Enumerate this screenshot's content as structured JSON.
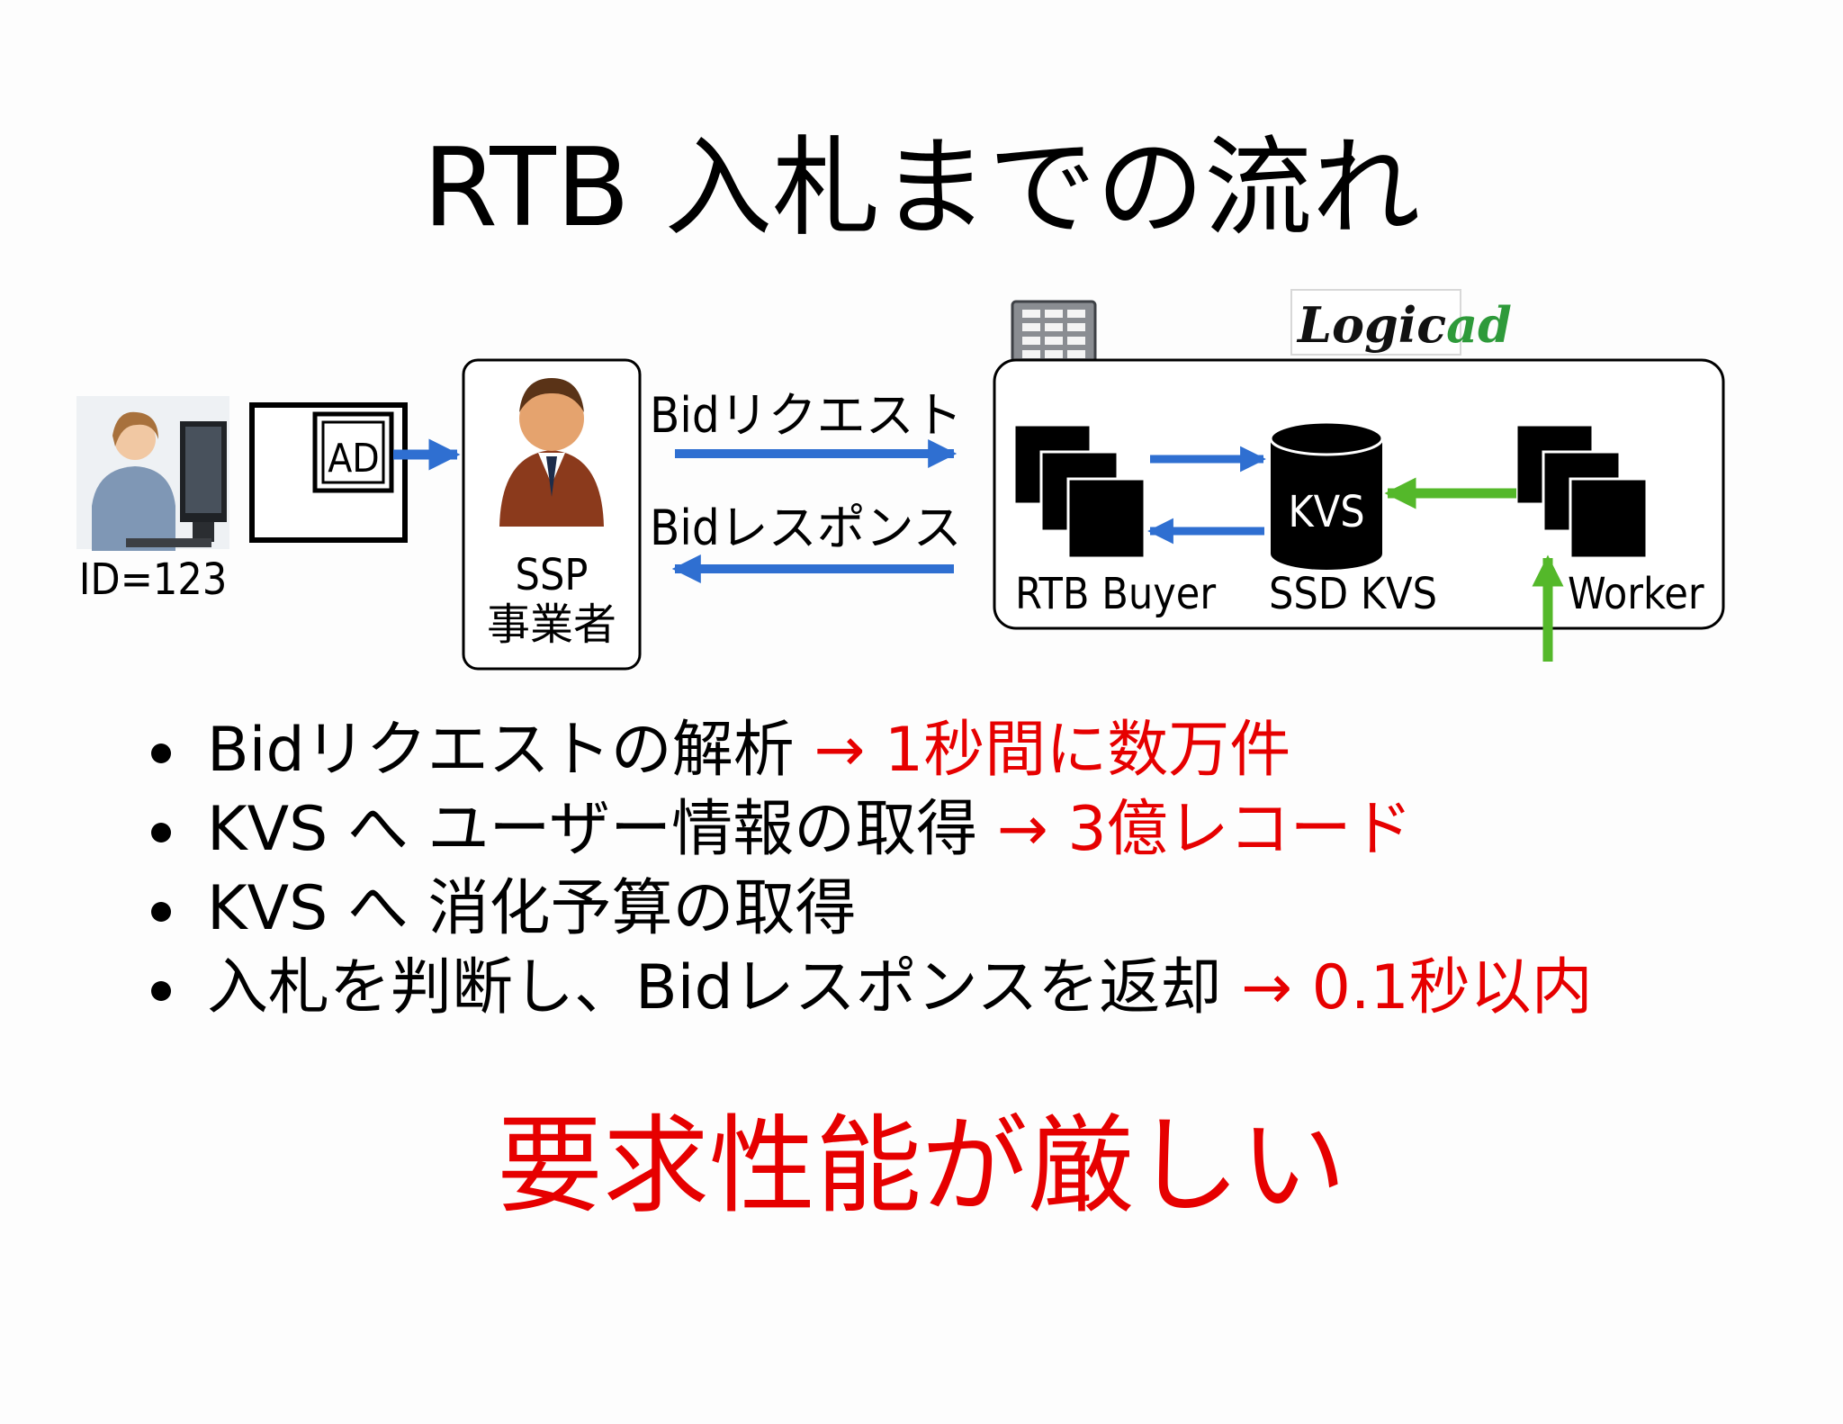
{
  "title": "RTB 入札までの流れ",
  "diagram": {
    "user_id": "ID=123",
    "ad_label": "AD",
    "ssp_line1": "SSP",
    "ssp_line2": "事業者",
    "bid_request": "Bidリクエスト",
    "bid_response": "Bidレスポンス",
    "logo_text_main": "Logic",
    "logo_text_accent": "ad",
    "kvs_label": "KVS",
    "rtb_buyer_label": "RTB Buyer",
    "ssd_kvs_label": "SSD KVS",
    "worker_label": "Worker"
  },
  "bullets": [
    {
      "text": "Bidリクエストの解析",
      "note": "→ 1秒間に数万件"
    },
    {
      "text": "KVS へ ユーザー情報の取得",
      "note": "→ 3億レコード"
    },
    {
      "text": "KVS へ 消化予算の取得",
      "note": ""
    },
    {
      "text": "入札を判断し、Bidレスポンスを返却",
      "note": "→ 0.1秒以内"
    }
  ],
  "conclusion": "要求性能が厳しい",
  "colors": {
    "blue_arrow": "#2f6fd1",
    "green_arrow": "#54b82a",
    "emphasis_red": "#e60000"
  },
  "icons": [
    "person-at-computer-icon",
    "businessman-icon",
    "server-building-icon",
    "database-icon"
  ]
}
